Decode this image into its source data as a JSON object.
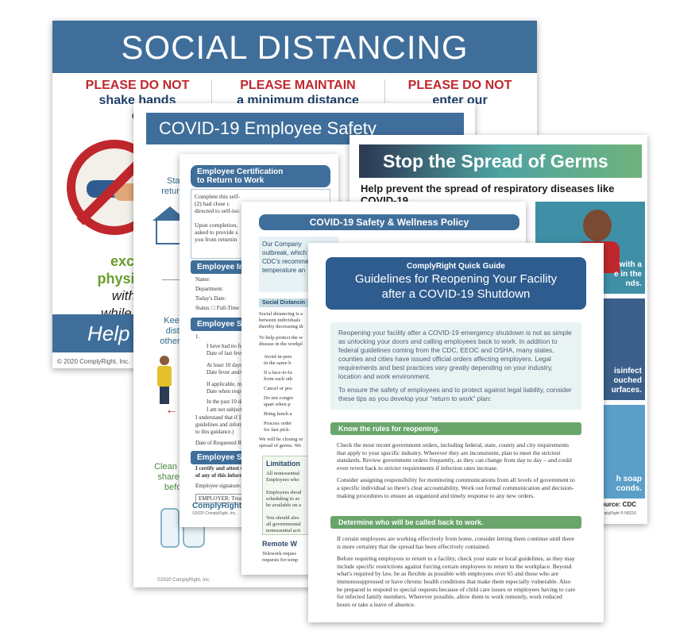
{
  "social": {
    "title": "SOCIAL DISTANCING",
    "col1_red": "PLEASE DO NOT",
    "col1_blue": "shake hands",
    "col1_or": "or",
    "col2_red": "PLEASE MAINTAIN",
    "col2_blue": "a minimum distance",
    "col3_red": "PLEASE DO NOT",
    "col3_blue": "enter our",
    "green1": "exchan",
    "green2": "physical gr",
    "black1": "with oth",
    "black2": "while in our",
    "footer": "Help",
    "copyright": "© 2020 ComplyRight, Inc."
  },
  "procedures": {
    "title": "COVID-19 Employee Safety Procedures",
    "side1": "Stay\nreturn\nc",
    "side2": "Keep\ndista\nothers",
    "side3": "Clean a\nshared\nbefor\nt",
    "copyright": "©2020 ComplyRight, Inc."
  },
  "certification": {
    "header": "Employee Certification\nto Return to Work",
    "box_text": "Complete this self-\n(2) had close c\ndirected to self-iso\n\nUpon completion,\nasked to provide s\nyou from returnin",
    "info_bar": "Employee Informa",
    "name": "Name:",
    "department": "Department:",
    "date": "Today's Date:",
    "status": "Status:  □ Full-Time",
    "self_bar": "Employee Self-Cert",
    "item1": "1.",
    "i1a": "I have had no fever",
    "i1b": "Date of last fever or",
    "i2a": "At least 10 days ha",
    "i2b": "Date fever and/or",
    "i3a": "If applicable, my re",
    "i3b": "Date when respira",
    "i4a": "In the past 10 days",
    "i5a": "I am not subject to",
    "understand1": "I understand that if I exp",
    "understand2": "guidelines and inform m",
    "understand3": "to this guidance.)",
    "requested": "Date of Requested Return",
    "sig_bar": "Employee Signatu",
    "certify1": "I certify and attest that",
    "certify2": "of any of this informatio",
    "signature": "Employee signature:",
    "employer": "EMPLOYER: Treat this fo",
    "logo": "ComplyRight",
    "logo_sub": "©2020 ComplyRight, Inc."
  },
  "germs": {
    "title": "Stop the Spread of Germs",
    "subtitle": "Help prevent the spread of respiratory diseases like COVID-19.",
    "cap1": "with a\ne in the\nnds.",
    "cap2": "isinfect\nouched\nurfaces.",
    "cap3": "h soap\nconds.",
    "source": "Source: CDC",
    "sku": "ComplyRight ®  N0216"
  },
  "wellness": {
    "title": "COVID-19 Safety & Wellness Policy",
    "intro": "Our Company\noutbreak, which\nCDC's recomme\ntemperature an",
    "sec1": "Social Distancin",
    "t1": "Social distancing is a\nbetween individuals\nthereby decreasing th",
    "t2": "To help protect the w\ndisease in the workpl",
    "b1": "Avoid in-pers\nin the same b",
    "b2": "If a face-to-fa\nfrom each oth",
    "b3": "Cancel or pos",
    "b4": "Do not congre\napart when p",
    "b5": "Bring lunch a",
    "b6": "Process order\nfor fast pick-",
    "t3": "We will be closing or\nspread of germs. We",
    "lim_title": "Limitation",
    "lim_text": "All nonessential\nEmployees who\n\nEmployees shoul\nscheduling to av\nbe available on a\n\nYou should also\nall governmental\nnonessential acti",
    "remote": "Remote W",
    "remote_text": "Telework reques\nrequests for temp"
  },
  "guidelines": {
    "kicker": "ComplyRight Quick Guide",
    "title1": "Guidelines for Reopening Your Facility",
    "title2": "after a COVID-19 Shutdown",
    "intro_p1": "Reopening your facility after a COVID-19 emergency shutdown is not as simple as unlocking your doors and calling employees back to work. In addition to federal guidelines coming from the CDC, EEOC and OSHA, many states, counties and cities have issued official orders affecting employers. Legal requirements and best practices vary greatly depending on your industry, location and work environment.",
    "intro_p2": "To ensure the safety of employees and to protect against legal liability, consider these tips as you develop your “return to work” plan:",
    "sec1": "Know the rules for reopening.",
    "sec1_p1": "Check the most recent government orders, including federal, state, county and city requirements that apply to your specific industry. Wherever they are inconsistent, plan to meet the strictest standards. Review government orders frequently, as they can change from day to day – and could even revert back to stricter requirements if infection rates increase.",
    "sec1_p2": "Consider assigning responsibility for monitoring communications from all levels of government to a specific individual so there's clear accountability. Work out formal communication and decision-making procedures to ensure an organized and timely response to any new orders.",
    "sec2": "Determine who will be called back to work.",
    "sec2_p1": "If certain employees are working effectively from home, consider letting them continue until there is more certainty that the spread has been effectively contained.",
    "sec2_p2": "Before requiring employees to return to a facility, check your state or local guidelines, as they may include specific restrictions against forcing certain employees to return to the workplace. Beyond what's required by law, be as flexible as possible with employees over 65 and those who are immunosuppressed or have chronic health conditions that make them especially vulnerable. Also be prepared to respond to special requests because of child care issues or employees having to care for infected family members. Wherever possible, allow them to work remotely, work reduced hours or take a leave of absence."
  },
  "colors": {
    "header_blue": "#3f6e9a",
    "alert_red": "#c0272d",
    "accent_green": "#6aa66b"
  }
}
